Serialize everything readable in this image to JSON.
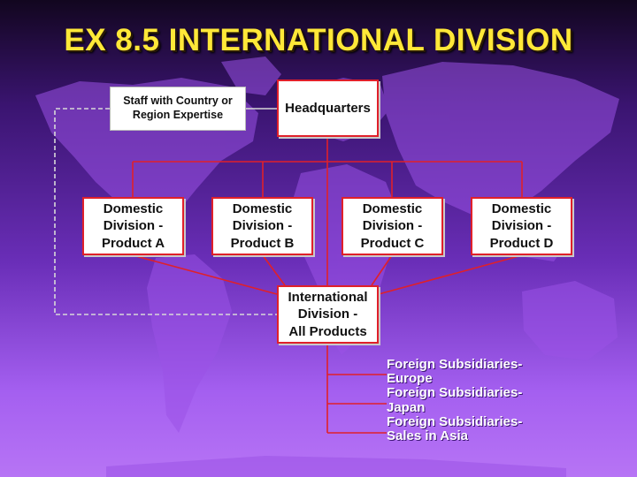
{
  "title": "EX 8.5 INTERNATIONAL DIVISION",
  "colors": {
    "title": "#ffe838",
    "connector": "#e0202a",
    "staff_connector": "#d8d8d8",
    "background_top": "#12061f",
    "background_bottom": "#b774f5",
    "map_land": "#9a52e6"
  },
  "org_chart": {
    "staff": "Staff with Country or\nRegion Expertise",
    "headquarters": "Headquarters",
    "domestic_divisions": [
      "Domestic\nDivision -\nProduct  A",
      "Domestic\nDivision -\nProduct  B",
      "Domestic\nDivision -\nProduct  C",
      "Domestic\nDivision -\nProduct  D"
    ],
    "international_division": "International\nDivision -\nAll Products",
    "foreign_subsidiaries": "Foreign Subsidiaries-\nEurope\nForeign Subsidiaries-\nJapan\nForeign Subsidiaries-\nSales in Asia"
  }
}
